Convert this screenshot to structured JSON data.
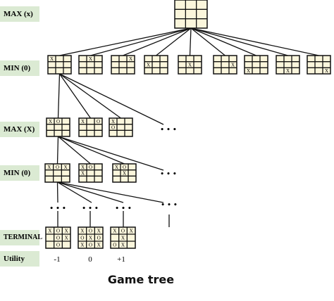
{
  "levels": {
    "max_x": "MAX (x)",
    "min_0_top": "MIN (0)",
    "max_X": "MAX (X)",
    "min_0_mid": "MIN (0)",
    "terminal": "TERMINAL",
    "utility": "Utility"
  },
  "utilities": [
    "-1",
    "0",
    "+1"
  ],
  "caption": "Game tree",
  "ellipsis": "• • •",
  "boards": {
    "root": [
      "",
      "",
      "",
      "",
      "",
      "",
      "",
      "",
      ""
    ],
    "level1": [
      [
        "X",
        "",
        "",
        "",
        "",
        "",
        "",
        "",
        ""
      ],
      [
        "",
        "X",
        "",
        "",
        "",
        "",
        "",
        "",
        ""
      ],
      [
        "",
        "",
        "X",
        "",
        "",
        "",
        "",
        "",
        ""
      ],
      [
        "",
        "",
        "",
        "X",
        "",
        "",
        "",
        "",
        ""
      ],
      [
        "",
        "",
        "",
        "",
        "X",
        "",
        "",
        "",
        ""
      ],
      [
        "",
        "",
        "",
        "",
        "",
        "X",
        "",
        "",
        ""
      ],
      [
        "",
        "",
        "",
        "",
        "",
        "",
        "X",
        "",
        ""
      ],
      [
        "",
        "",
        "",
        "",
        "",
        "",
        "",
        "X",
        ""
      ],
      [
        "",
        "",
        "",
        "",
        "",
        "",
        "",
        "",
        "X"
      ]
    ],
    "level2": [
      [
        "X",
        "O",
        "",
        "",
        "",
        "",
        "",
        "",
        ""
      ],
      [
        "X",
        "",
        "O",
        "",
        "",
        "",
        "",
        "",
        ""
      ],
      [
        "X",
        "",
        "",
        "O",
        "",
        "",
        "",
        "",
        ""
      ]
    ],
    "level3": [
      [
        "X",
        "O",
        "X",
        "",
        "",
        "",
        "",
        "",
        ""
      ],
      [
        "X",
        "O",
        "",
        "X",
        "",
        "",
        "",
        "",
        ""
      ],
      [
        "X",
        "O",
        "",
        "",
        "X",
        "",
        "",
        "",
        ""
      ]
    ],
    "terminal": [
      [
        "X",
        "O",
        "X",
        "",
        "O",
        "X",
        "",
        "O",
        ""
      ],
      [
        "X",
        "O",
        "X",
        "O",
        "X",
        "O",
        "X",
        "O",
        "X"
      ],
      [
        "X",
        "O",
        "X",
        "",
        "X",
        "",
        "O",
        "X",
        ""
      ]
    ]
  }
}
